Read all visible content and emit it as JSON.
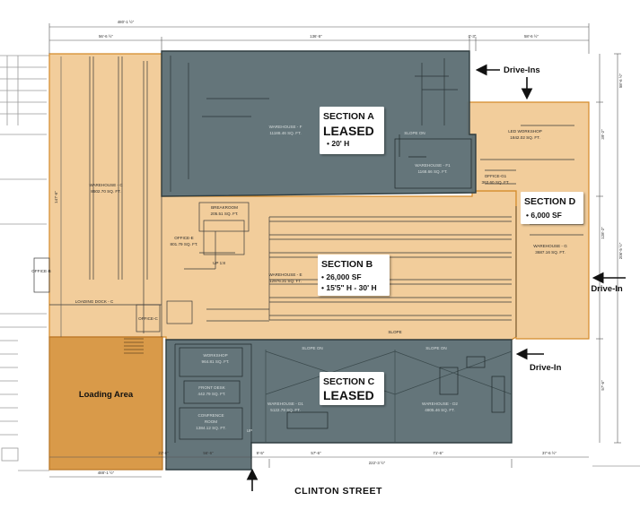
{
  "overall_dim": "480'-1 ½\"",
  "top_dims": [
    "56'-6 ½\"",
    "136'-5\"",
    "0'-3\"",
    "58'-6 ½\""
  ],
  "bottom_dims": [
    "21'-6\"",
    "56'-6\"",
    "9'-5\"",
    "57'-6\"",
    "222'-3 ½\"",
    "71'-6\"",
    "37'-6 ½\""
  ],
  "bottom_left_dim": "488'-1 ½\"",
  "right_dims": [
    "39'-2\"",
    "128'-2\"",
    "57'-6\"",
    "206'-5 ½\"",
    "58'-6 ½\""
  ],
  "left_dim": "147'-6\"",
  "sections": {
    "a": {
      "title": "SECTION A",
      "status": "LEASED",
      "bullet": "• 20' H",
      "color": "#5c6e73"
    },
    "b": {
      "title": "SECTION B",
      "bullets": [
        "• 26,000 SF",
        "• 15'5\" H - 30' H"
      ],
      "color": "#f0c489"
    },
    "c": {
      "title": "SECTION C",
      "status": "LEASED",
      "color": "#5c6e73"
    },
    "d": {
      "title": "SECTION D",
      "bullet": "• 6,000 SF",
      "color": "#f0c489"
    },
    "loading": {
      "label": "Loading Area",
      "color": "#d99a49"
    }
  },
  "callouts": {
    "drive_ins_top": "Drive-Ins",
    "drive_in_right": "Drive-In",
    "drive_in_mid": "Drive-In",
    "street": "CLINTON STREET"
  },
  "rooms": {
    "warehouse_f": [
      "WAREHOUSE - F",
      "11188.46 SQ. FT."
    ],
    "warehouse_f1": [
      "WAREHOUSE - F1",
      "1168.66 SQ. FT."
    ],
    "led_workshop": [
      "LED WORKSHOP",
      "1842.02 SQ. FT."
    ],
    "office_g1": [
      "OFFICE-G1",
      "363.60 SQ. FT."
    ],
    "warehouse_g": [
      "WAREHOUSE - G",
      "3687.16 SQ. FT."
    ],
    "warehouse_c": [
      "WAREHOUSE - C",
      "8602.70 SQ. FT."
    ],
    "breakroom": [
      "BREAKROOM",
      "205.51 SQ. FT."
    ],
    "office_e": [
      "OFFICE-E",
      "801.79 SQ. FT."
    ],
    "warehouse_e": [
      "WAREHOUSE - E",
      "12976.31 SQ. FT."
    ],
    "loading_dock": [
      "LOADING DOCK - C"
    ],
    "office_c": [
      "OFFICE-C"
    ],
    "office_b": [
      "OFFICE-B"
    ],
    "workshop": [
      "WORKSHOP",
      "964.81 SQ. FT."
    ],
    "front_desk": [
      "FRONT DESK",
      "442.79 SQ. FT."
    ],
    "conference": [
      "CONFRENCE",
      "ROOM",
      "1384.12 SQ. FT."
    ],
    "warehouse_d1": [
      "WAREHOUSE - D1",
      "5122.78 SQ. FT."
    ],
    "warehouse_d2": [
      "WAREHOUSE - D2",
      "4805.46 SQ. FT."
    ]
  },
  "small_labels": {
    "slope_on": "SLOPE ON",
    "slope": "SLOPE",
    "up": "UP",
    "up_ramp": "UP 1:8"
  }
}
